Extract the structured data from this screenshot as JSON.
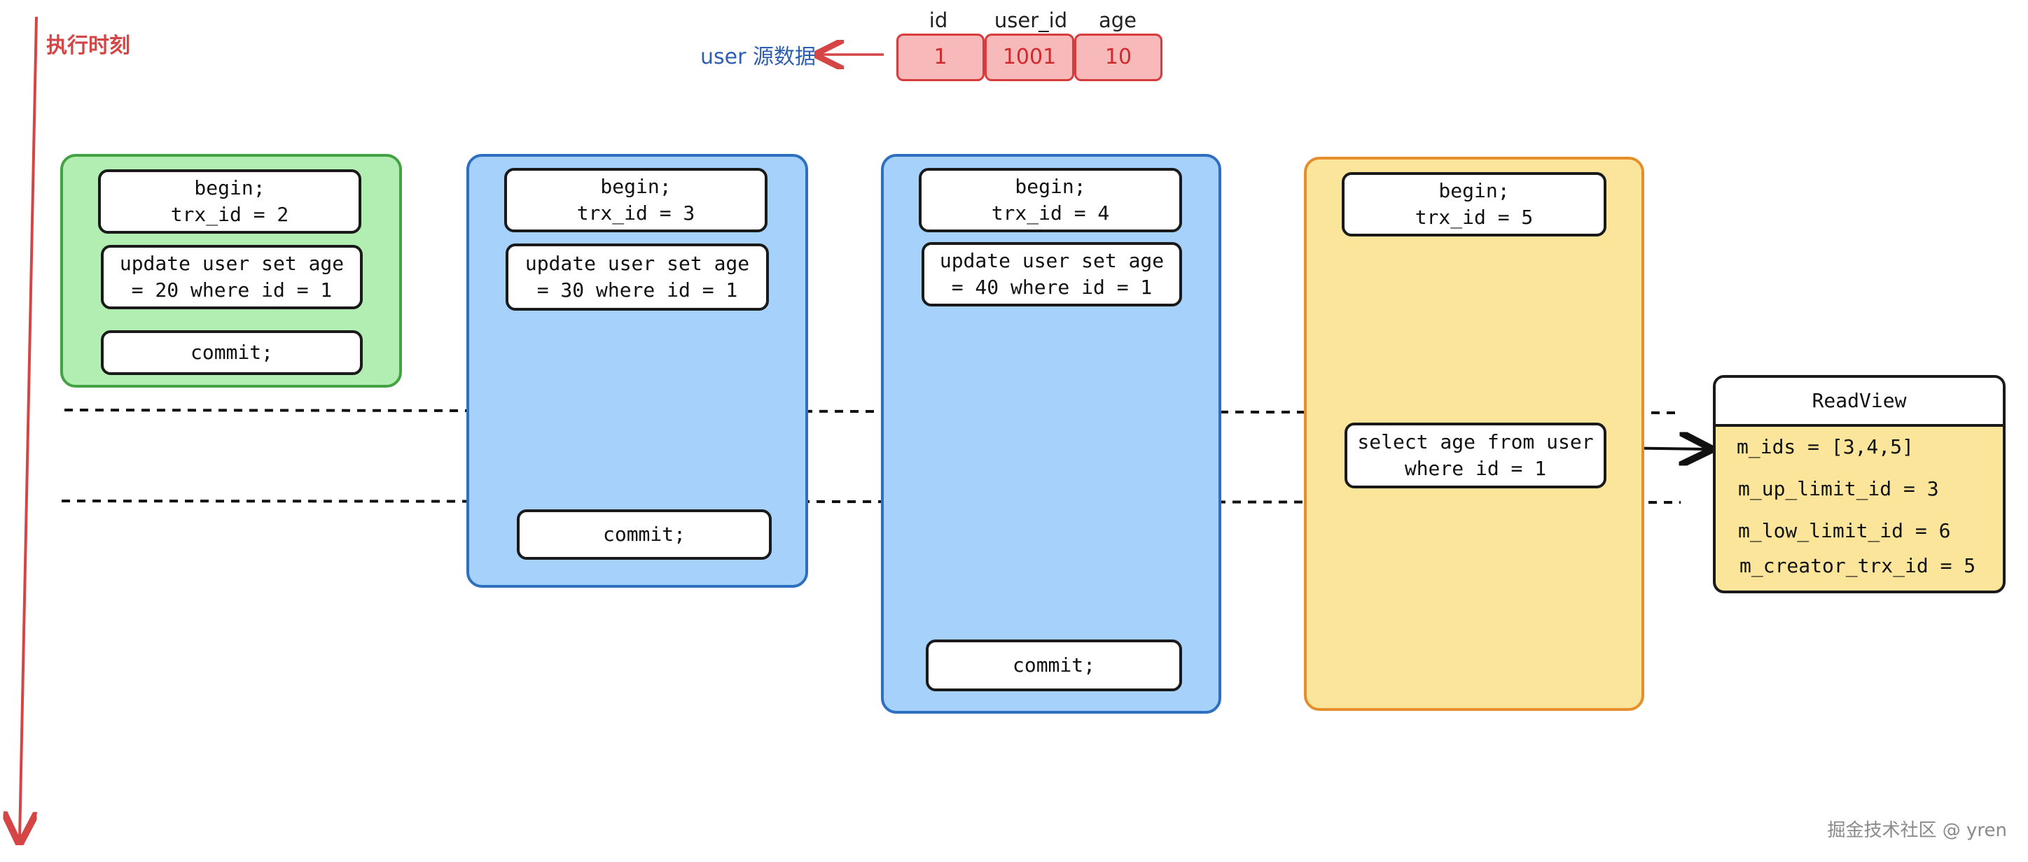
{
  "time_axis": {
    "label": "执行时刻"
  },
  "source_data": {
    "label": "user 源数据",
    "headers": [
      "id",
      "user_id",
      "age"
    ],
    "values": [
      "1",
      "1001",
      "10"
    ]
  },
  "transactions": [
    {
      "begin": "begin;\ntrx_id = 2",
      "update": "update user set age\n= 20 where id = 1",
      "commit": "commit;"
    },
    {
      "begin": "begin;\ntrx_id = 3",
      "update": "update user set age\n= 30 where id = 1",
      "commit": "commit;"
    },
    {
      "begin": "begin;\ntrx_id = 4",
      "update": "update user set age\n= 40 where id = 1",
      "commit": "commit;"
    },
    {
      "begin": "begin;\ntrx_id = 5",
      "select": "select age from user\nwhere id = 1"
    }
  ],
  "readview": {
    "title": "ReadView",
    "fields": [
      "m_ids = [3,4,5]",
      "m_up_limit_id = 3",
      "m_low_limit_id = 6",
      "m_creator_trx_id = 5"
    ]
  },
  "watermark": "掘金技术社区 @ yren",
  "colors": {
    "green_panel": "#b2eeb2",
    "blue_panel": "#a6d1fb",
    "yellow_panel": "#fbe59b",
    "red_accent": "#d64545",
    "blue_label": "#2f5fb3"
  }
}
